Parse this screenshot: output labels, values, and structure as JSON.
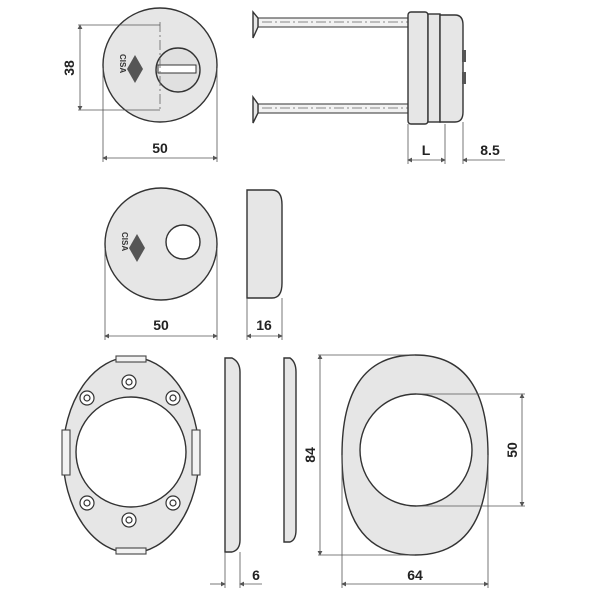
{
  "drawing": {
    "brand_logo": "CISA",
    "dimensions": {
      "top_height": "38",
      "top_width": "50",
      "side_length": "L",
      "side_cap": "8.5",
      "mid_width": "50",
      "mid_depth": "16",
      "plate_thickness": "6",
      "oval_height": "84",
      "oval_hole": "50",
      "oval_width": "64"
    }
  }
}
